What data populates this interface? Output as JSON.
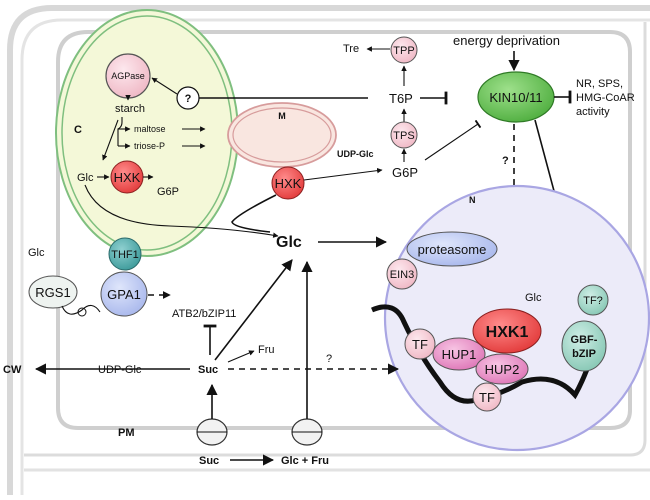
{
  "compartments": {
    "cell_wall": "CW",
    "plasma_membrane": "PM",
    "chloroplast": "C",
    "mitochondrion": "M",
    "nucleus": "N"
  },
  "chloroplast": {
    "agpase": "AGPase",
    "starch": "starch",
    "maltose": "maltose",
    "triose_p": "triose-P",
    "glc": "Glc",
    "hxk": "HXK",
    "g6p": "G6P"
  },
  "top": {
    "tre": "Tre",
    "tpp": "TPP",
    "t6p": "T6P",
    "tps": "TPS",
    "udp_glc": "UDP-Glc",
    "g6p": "G6P",
    "energy": "energy deprivation",
    "kin": "KIN10/11",
    "kin_targets": [
      "NR, SPS,",
      "HMG-CoAR",
      "activity"
    ],
    "question": "?"
  },
  "mito": {
    "hxk": "HXK"
  },
  "signaling": {
    "glc_ext": "Glc",
    "rgs1": "RGS1",
    "thf1": "THF1",
    "gpa1": "GPA1",
    "atb2": "ATB2/bZIP11",
    "glc_center": "Glc"
  },
  "bottom": {
    "suc": "Suc",
    "fru": "Fru",
    "udp_glc": "UDP-Glc",
    "question": "?",
    "suc_ext": "Suc",
    "glc_fru": "Glc + Fru"
  },
  "nucleus": {
    "proteasome": "proteasome",
    "ein3": "EIN3",
    "glc": "Glc",
    "tf_q": "TF?",
    "hxk1": "HXK1",
    "tf": "TF",
    "hup1": "HUP1",
    "hup2": "HUP2",
    "tf_bottom": "TF",
    "gbf": [
      "GBF-",
      "bZIP"
    ],
    "question": "?"
  },
  "colors": {
    "chloroplast_fill": "#f4f8d8",
    "chloroplast_line": "#7fbf7f",
    "hxk_red": "#ef4d4d",
    "pink": "#f6cdd6",
    "kin_green": "#6cc25a",
    "nucleus_fill": "#ecebf9",
    "nucleus_line": "#a9a6e3",
    "blue_prot": "#b9c6f2",
    "thf_teal": "#4fa6a6",
    "gbf_teal": "#9dd3c3",
    "hup_pink": "#e987c2",
    "mito_fill": "#f9e6e0"
  }
}
